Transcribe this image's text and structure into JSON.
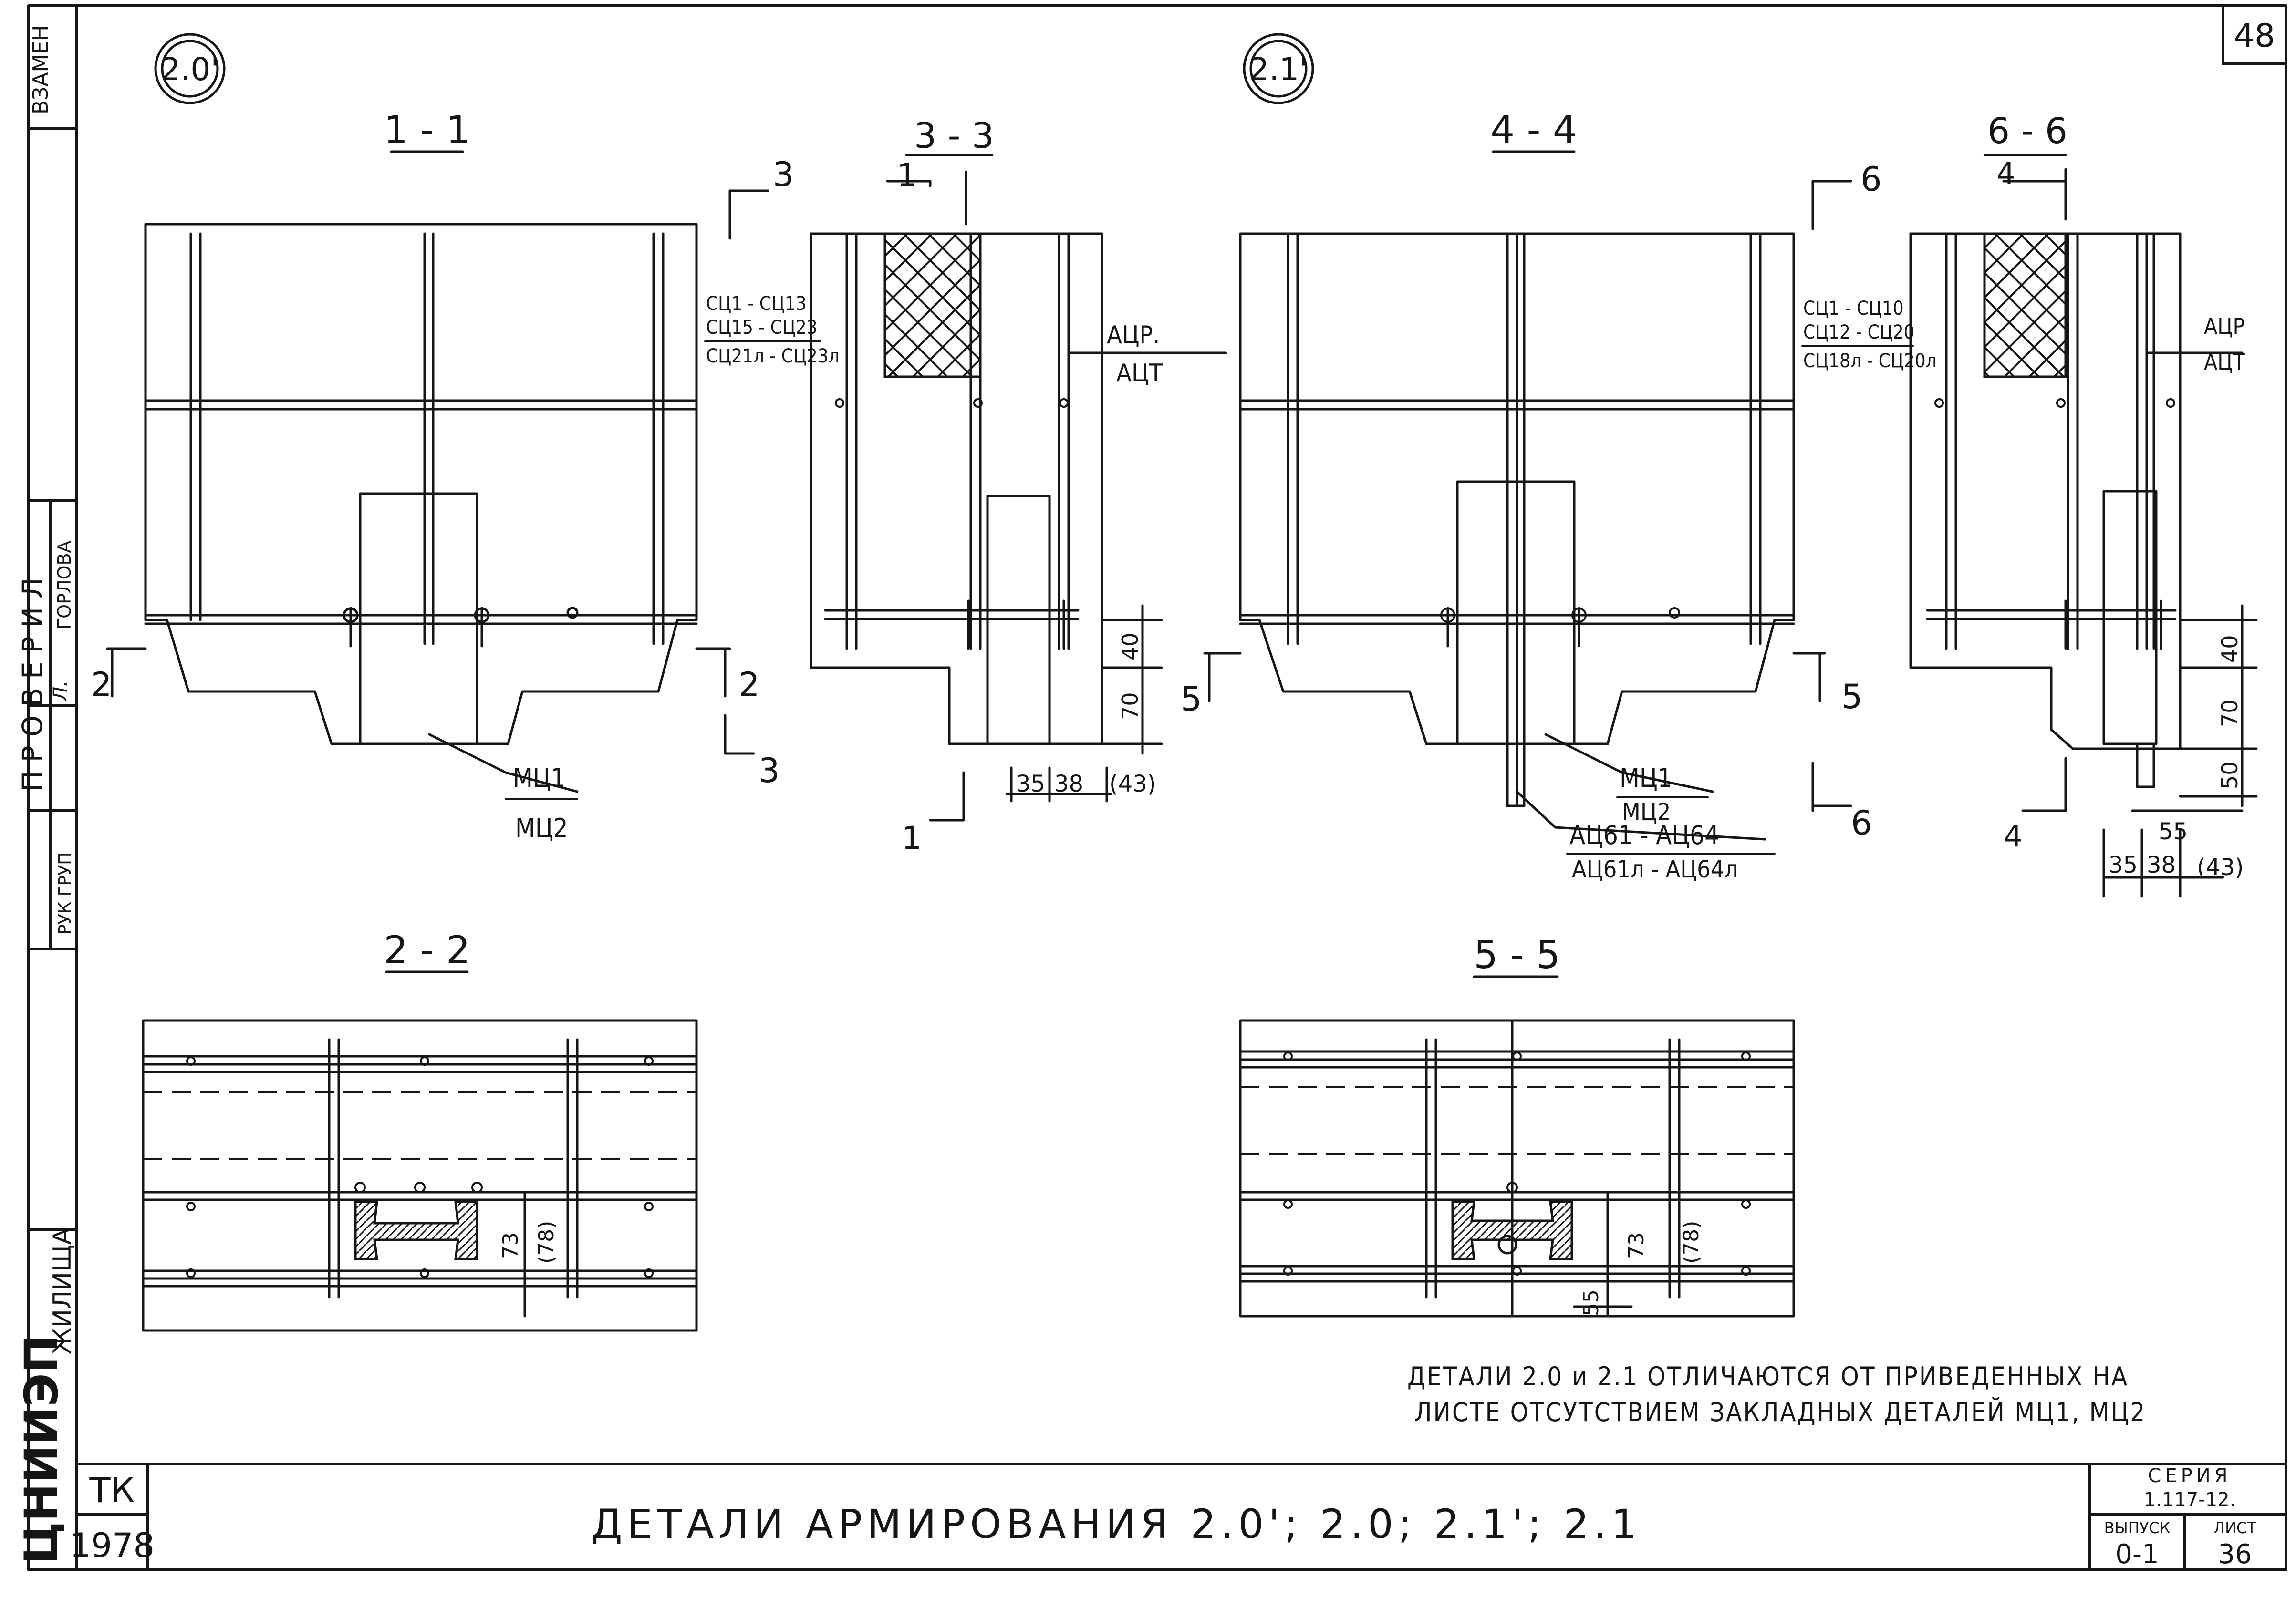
{
  "sheet": {
    "page_number": "48",
    "left_strip": {
      "instead_of": "ВЗАМЕН",
      "checked": "ПРОВЕРИЛ",
      "group_head": "РУК ГРУП",
      "checker_name": "ГОРЛОВА",
      "checker_signature": "Л.",
      "institute_name": "ЖИЛИЩА",
      "institute": "ЦНИИЭП"
    }
  },
  "details": {
    "left_marker": "2.0'",
    "right_marker": "2.1'"
  },
  "sections": {
    "s1": "1 - 1",
    "s2": "2 - 2",
    "s3": "3 - 3",
    "s4": "4 - 4",
    "s5": "5 - 5",
    "s6": "6 - 6"
  },
  "cut_labels": {
    "c1": "1",
    "c2": "2",
    "c3": "3",
    "c4": "4",
    "c5": "5",
    "c6": "6"
  },
  "labels_left": {
    "sc_line1": "СЦ1 - СЦ13",
    "sc_line2": "СЦ15 - СЦ23",
    "sc_line3": "СЦ21л - СЦ23л",
    "acr": "АЦР.",
    "act": "АЦТ",
    "mc1": "МЦ1",
    "mc2": "МЦ2"
  },
  "labels_right": {
    "sc_line1": "СЦ1 - СЦ10",
    "sc_line2": "СЦ12 - СЦ20",
    "sc_line3": "СЦ18л - СЦ20л",
    "acr": "АЦР",
    "act": "АЦТ",
    "mc1": "МЦ1",
    "mc2": "МЦ2",
    "ac_line1": "АЦ61 - АЦ64",
    "ac_line2": "АЦ61л - АЦ64л"
  },
  "dimensions": {
    "d40": "40",
    "d70": "70",
    "d50": "50",
    "d55": "55",
    "d35": "35",
    "d38": "38",
    "d43": "(43)",
    "d73": "73",
    "d78": "(78)"
  },
  "note": {
    "line1": "ДЕТАЛИ 2.0 и 2.1 ОТЛИЧАЮТСЯ ОТ ПРИВЕДЕННЫХ НА",
    "line2": "ЛИСТЕ ОТСУТСТВИЕМ ЗАКЛАДНЫХ ДЕТАЛЕЙ МЦ1, МЦ2"
  },
  "title_block": {
    "code": "ТК",
    "year": "1978",
    "title": "ДЕТАЛИ АРМИРОВАНИЯ 2.0'; 2.0; 2.1'; 2.1",
    "series_label": "СЕРИЯ",
    "series_value": "1.117-12.",
    "issue_label": "ВЫПУСК",
    "issue_value": "0-1",
    "sheet_label": "ЛИСТ",
    "sheet_value": "36"
  }
}
